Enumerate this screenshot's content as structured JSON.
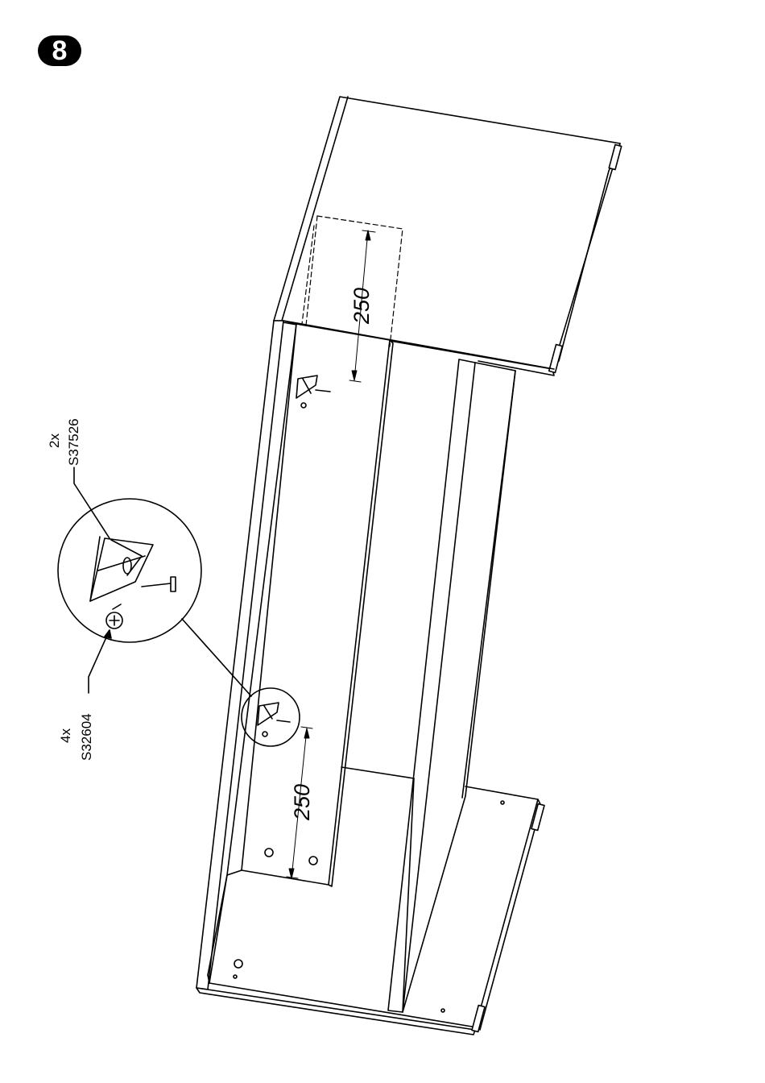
{
  "step": {
    "number": "8"
  },
  "parts": [
    {
      "qty": "2x",
      "code": "S37526"
    },
    {
      "qty": "4x",
      "code": "S32604"
    }
  ],
  "dimensions": [
    {
      "value": "250"
    },
    {
      "value": "250"
    }
  ],
  "colors": {
    "line": "#000000",
    "background": "#ffffff"
  },
  "icons": [
    "bracket-icon",
    "screw-icon",
    "cam-lock-icon"
  ]
}
